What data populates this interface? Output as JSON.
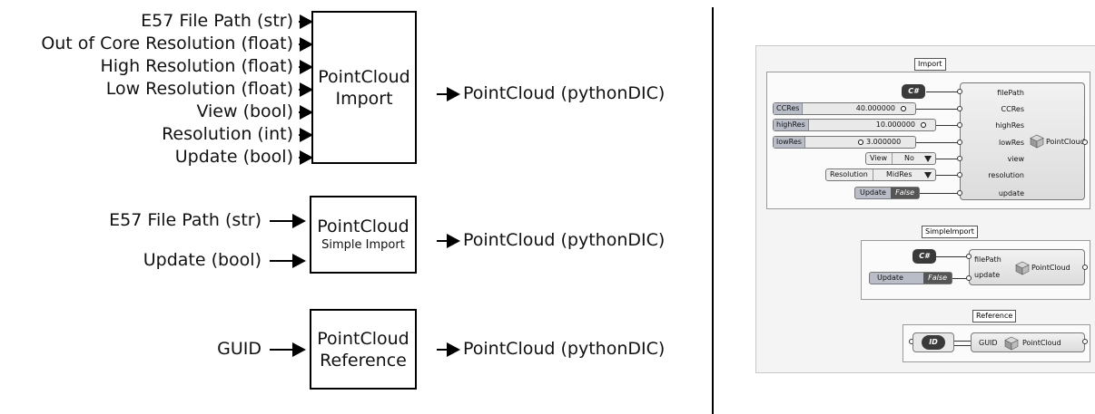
{
  "diagram": {
    "import": {
      "inputs": [
        "E57 File Path (str)",
        "Out of Core Resolution (float)",
        "High Resolution (float)",
        "Low Resolution (float)",
        "View (bool)",
        "Resolution (int)",
        "Update (bool)"
      ],
      "title": "PointCloud",
      "subtitle": "Import",
      "output": "PointCloud (pythonDIC)"
    },
    "simple": {
      "inputs": [
        "E57 File Path (str)",
        "Update (bool)"
      ],
      "title": "PointCloud",
      "subtitle": "Simple Import",
      "output": "PointCloud (pythonDIC)"
    },
    "reference": {
      "inputs": [
        "GUID"
      ],
      "title": "PointCloud",
      "subtitle": "Reference",
      "output": "PointCloud (pythonDIC)"
    }
  },
  "grasshopper": {
    "import": {
      "tag": "Import",
      "hex": "C#",
      "inputs": [
        "filePath",
        "CCRes",
        "highRes",
        "lowRes",
        "view",
        "resolution",
        "update"
      ],
      "output": "PointCloud",
      "sliders": [
        {
          "name": "CCRes",
          "value": "40.000000"
        },
        {
          "name": "highRes",
          "value": "10.000000"
        },
        {
          "name": "lowRes",
          "value": "3.000000"
        }
      ],
      "view_dd": {
        "name": "View",
        "value": "No"
      },
      "res_dd": {
        "name": "Resolution",
        "value": "MidRes"
      },
      "toggle": {
        "name": "Update",
        "value": "False"
      }
    },
    "simple": {
      "tag": "SimpleImport",
      "hex": "C#",
      "inputs": [
        "filePath",
        "update"
      ],
      "output": "PointCloud",
      "toggle": {
        "name": "Update",
        "value": "False"
      }
    },
    "reference": {
      "tag": "Reference",
      "id": "ID",
      "input": "GUID",
      "output": "PointCloud"
    }
  }
}
